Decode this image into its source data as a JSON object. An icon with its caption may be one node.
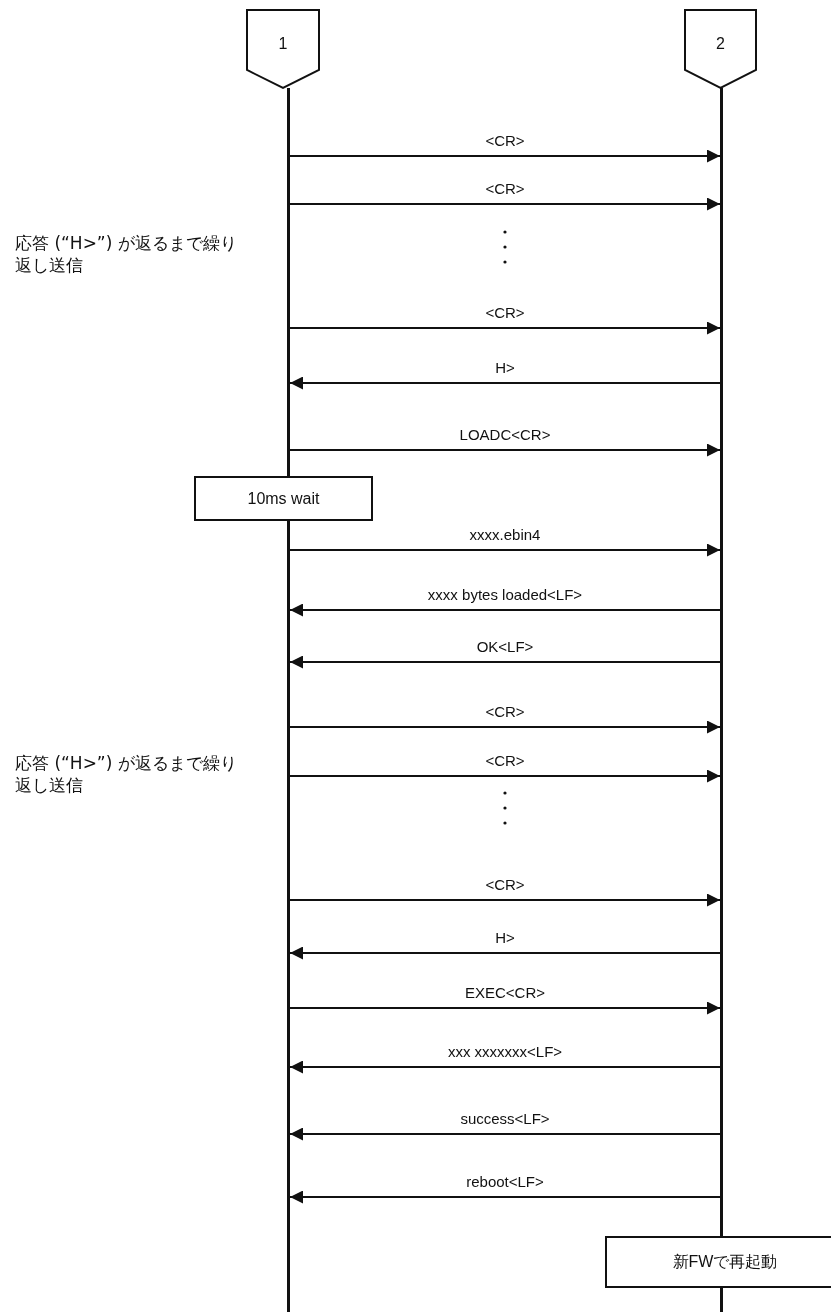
{
  "diagram": {
    "nodes": [
      {
        "text": [
          "1"
        ]
      },
      {
        "text": [
          "2"
        ]
      },
      {
        "text": [],
        "shape": "bar"
      },
      {
        "text": [],
        "shape": "bar"
      },
      {
        "text": [
          "10ms wait"
        ]
      },
      {
        "text": [
          "新FWで再起動"
        ]
      }
    ],
    "edges": [
      {
        "from": 2,
        "to": 3,
        "arrow": "to",
        "label": "<CR>"
      },
      {
        "from": 2,
        "to": 3,
        "arrow": "to",
        "label": "<CR>"
      },
      {
        "from": 2,
        "to": 3,
        "arrow": "to",
        "label": "<CR>"
      },
      {
        "from": 3,
        "to": 2,
        "arrow": "to",
        "label": "H>"
      },
      {
        "from": 2,
        "to": 3,
        "arrow": "to",
        "label": "LOADC<CR>"
      },
      {
        "from": 2,
        "to": 3,
        "arrow": "to",
        "label": "xxxx.ebin4"
      },
      {
        "from": 3,
        "to": 2,
        "arrow": "to",
        "label": "xxxx bytes loaded<LF>"
      },
      {
        "from": 3,
        "to": 2,
        "arrow": "to",
        "label": "OK<LF>"
      },
      {
        "from": 2,
        "to": 3,
        "arrow": "to",
        "label": "<CR>"
      },
      {
        "from": 2,
        "to": 3,
        "arrow": "to",
        "label": "<CR>"
      },
      {
        "from": 2,
        "to": 3,
        "arrow": "to",
        "label": "<CR>"
      },
      {
        "from": 3,
        "to": 2,
        "arrow": "to",
        "label": "H>"
      },
      {
        "from": 2,
        "to": 3,
        "arrow": "to",
        "label": "EXEC<CR>"
      },
      {
        "from": 3,
        "to": 2,
        "arrow": "to",
        "label": "xxx xxxxxxx<LF>"
      },
      {
        "from": 3,
        "to": 2,
        "arrow": "to",
        "label": "success<LF>"
      },
      {
        "from": 3,
        "to": 2,
        "arrow": "to",
        "label": "reboot<LF>"
      }
    ],
    "labels": [
      "応答 (“H>”) が返るまで繰り返し送信",
      "応答 (“H>”) が返るまで繰り返し送信"
    ]
  }
}
